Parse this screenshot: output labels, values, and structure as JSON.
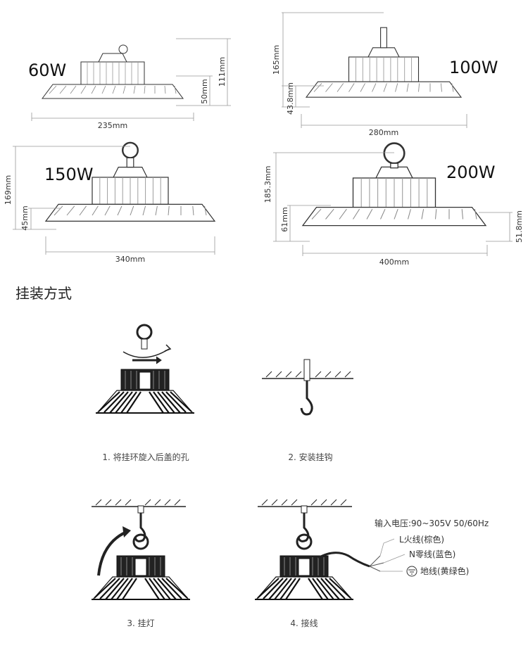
{
  "models": [
    {
      "watt": "60W",
      "width": "235mm",
      "height": "111mm",
      "base_height": "50mm"
    },
    {
      "watt": "100W",
      "width": "280mm",
      "height": "165mm",
      "base_height": "43.8mm"
    },
    {
      "watt": "150W",
      "width": "340mm",
      "height": "169mm",
      "base_height": "45mm"
    },
    {
      "watt": "200W",
      "width": "400mm",
      "height": "185.3mm",
      "base_height": "61mm",
      "edge_height": "51.8mm"
    }
  ],
  "install": {
    "title": "挂装方式",
    "steps": [
      {
        "caption": "1. 将挂环旋入后盖的孔"
      },
      {
        "caption": "2. 安装挂钩"
      },
      {
        "caption": "3. 挂灯"
      },
      {
        "caption": "4. 接线"
      }
    ],
    "wiring": {
      "voltage": "输入电压:90~305V 50/60Hz",
      "live": "L火线(棕色)",
      "neutral": "N零线(蓝色)",
      "ground": "地线(黄绿色)"
    }
  }
}
